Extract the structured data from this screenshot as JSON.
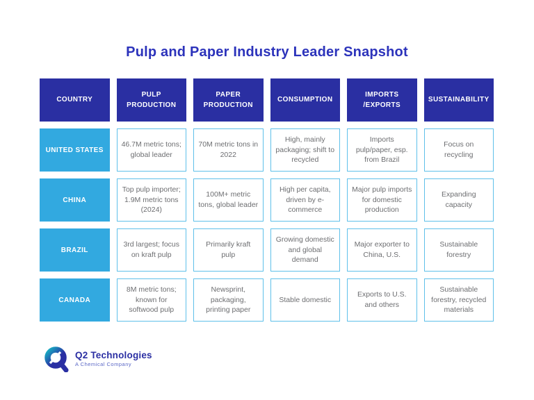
{
  "chart_data": {
    "type": "table",
    "title": "Pulp and Paper Industry Leader Snapshot",
    "columns": [
      "COUNTRY",
      "PULP PRODUCTION",
      "PAPER PRODUCTION",
      "CONSUMPTION",
      "IMPORTS /EXPORTS",
      "SUSTAINABILITY"
    ],
    "rows": [
      [
        "UNITED STATES",
        "46.7M metric tons; global leader",
        "70M metric tons in 2022",
        "High, mainly packaging; shift to recycled",
        "Imports pulp/paper, esp. from Brazil",
        "Focus on recycling"
      ],
      [
        "CHINA",
        "Top pulp importer; 1.9M metric tons (2024)",
        "100M+ metric tons, global leader",
        "High per capita, driven by e-commerce",
        "Major pulp imports for domestic production",
        "Expanding capacity"
      ],
      [
        "BRAZIL",
        "3rd largest; focus on kraft pulp",
        "Primarily kraft pulp",
        "Growing domestic and global demand",
        "Major exporter to China, U.S.",
        "Sustainable forestry"
      ],
      [
        "CANADA",
        "8M metric tons; known for softwood pulp",
        "Newsprint, packaging, printing paper",
        "Stable domestic",
        "Exports to U.S. and others",
        "Sustainable forestry, recycled materials"
      ]
    ],
    "legend": "none",
    "grid": "off"
  },
  "logo": {
    "name": "Q2 Technologies",
    "tagline": "A Chemical Company"
  },
  "colors": {
    "title_text": "#2c33bb",
    "header_bg": "#2a2fa2",
    "header_text": "#ffffff",
    "country_bg": "#32a9e0",
    "country_text": "#ffffff",
    "cell_border": "#5ec0ea",
    "cell_text": "#6d6e71",
    "logo_blue": "#2b2fa3",
    "logo_teal": "#17b0c3"
  }
}
